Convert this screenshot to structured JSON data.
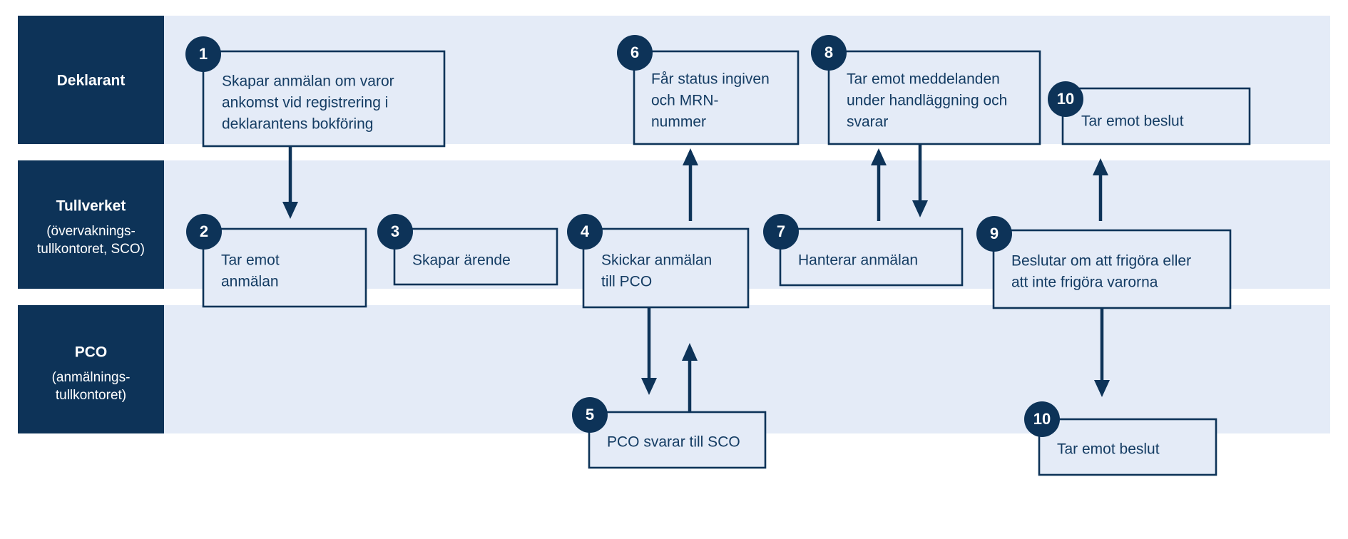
{
  "diagram": {
    "title": "Tullverket process flow — anmalan om varors ankomst",
    "type": "swimlane-flowchart",
    "colors": {
      "lane_header_bg": "#0d3358",
      "lane_band_bg": "#e4ebf7",
      "box_border": "#0d3358",
      "box_fill": "#e4ebf7",
      "box_text": "#143c63",
      "badge_bg": "#0d3358",
      "badge_text": "#ffffff",
      "page_bg": "#ffffff"
    }
  },
  "lanes": [
    {
      "id": "deklarant",
      "title": "Deklarant",
      "subtitle_lines": []
    },
    {
      "id": "tullverket",
      "title": "Tullverket",
      "subtitle_lines": [
        "(övervaknings-",
        "tullkontoret, SCO)"
      ]
    },
    {
      "id": "pco",
      "title": "PCO",
      "subtitle_lines": [
        "(anmälnings-",
        "tullkontoret)"
      ]
    }
  ],
  "steps": [
    {
      "number": "1",
      "lane": "deklarant",
      "lines": [
        "Skapar anmälan om varor",
        "ankomst vid registrering i",
        "deklarantens bokföring"
      ]
    },
    {
      "number": "2",
      "lane": "tullverket",
      "lines": [
        "Tar emot",
        "anmälan"
      ]
    },
    {
      "number": "3",
      "lane": "tullverket",
      "lines": [
        "Skapar ärende"
      ]
    },
    {
      "number": "4",
      "lane": "tullverket",
      "lines": [
        "Skickar anmälan",
        "till PCO"
      ]
    },
    {
      "number": "5",
      "lane": "pco",
      "lines": [
        "PCO svarar till SCO"
      ]
    },
    {
      "number": "6",
      "lane": "deklarant",
      "lines": [
        "Får status ingiven",
        "och MRN-",
        "nummer"
      ]
    },
    {
      "number": "7",
      "lane": "tullverket",
      "lines": [
        "Hanterar anmälan"
      ]
    },
    {
      "number": "8",
      "lane": "deklarant",
      "lines": [
        "Tar emot meddelanden",
        "under handläggning och",
        "svarar"
      ]
    },
    {
      "number": "9",
      "lane": "tullverket",
      "lines": [
        "Beslutar om att frigöra eller",
        "att inte frigöra varorna"
      ]
    },
    {
      "number": "10",
      "lane": "deklarant",
      "lines": [
        "Tar emot beslut"
      ]
    },
    {
      "number": "10",
      "lane": "pco",
      "lines": [
        "Tar emot beslut"
      ]
    }
  ],
  "connections": [
    {
      "from": "1",
      "to": "2",
      "direction": "down"
    },
    {
      "from": "4",
      "to": "5",
      "direction": "down"
    },
    {
      "from": "5",
      "to": "4",
      "direction": "up"
    },
    {
      "from": "4",
      "to": "6",
      "direction": "up"
    },
    {
      "from": "7",
      "to": "8",
      "direction": "up"
    },
    {
      "from": "8",
      "to": "7",
      "direction": "down"
    },
    {
      "from": "9",
      "to": "10-deklarant",
      "direction": "up"
    },
    {
      "from": "9",
      "to": "10-pco",
      "direction": "down"
    }
  ]
}
